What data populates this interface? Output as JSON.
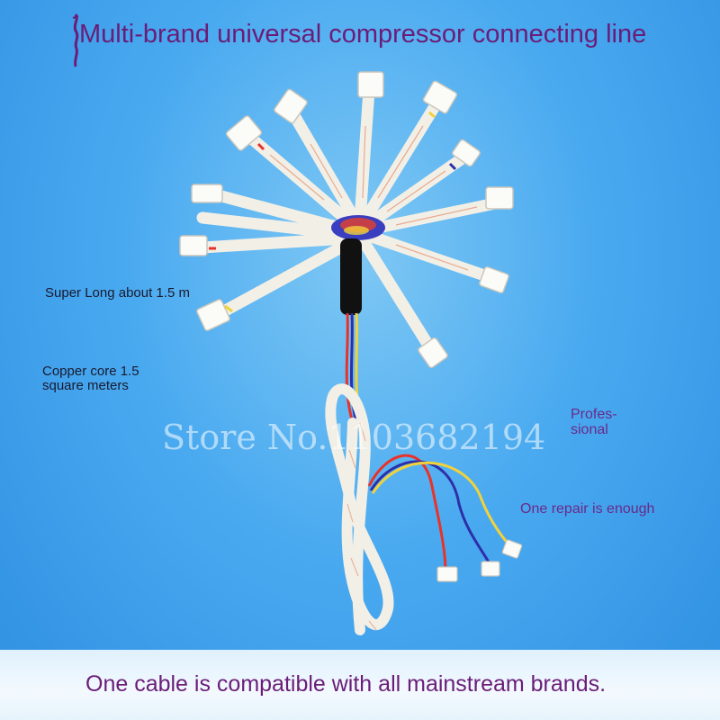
{
  "title": "Multi-brand universal compressor connecting line",
  "labels": {
    "length": "Super Long about 1.5 m",
    "core_line1": "Copper core 1.5",
    "core_line2": "square meters",
    "pro_line1": "Profes-",
    "pro_line2": "sional",
    "repair": "One repair is enough"
  },
  "watermark": "Store No.1103682194",
  "banner": "One cable is compatible with all mainstream brands.",
  "colors": {
    "title": "#6a1d78",
    "background": "#4aaaf0",
    "cable": "#f4f1ea",
    "wire_red": "#e8322a",
    "wire_blue": "#2d2fa8",
    "wire_yellow": "#f2d23a"
  },
  "icons": [
    "dragon-logo-icon"
  ]
}
